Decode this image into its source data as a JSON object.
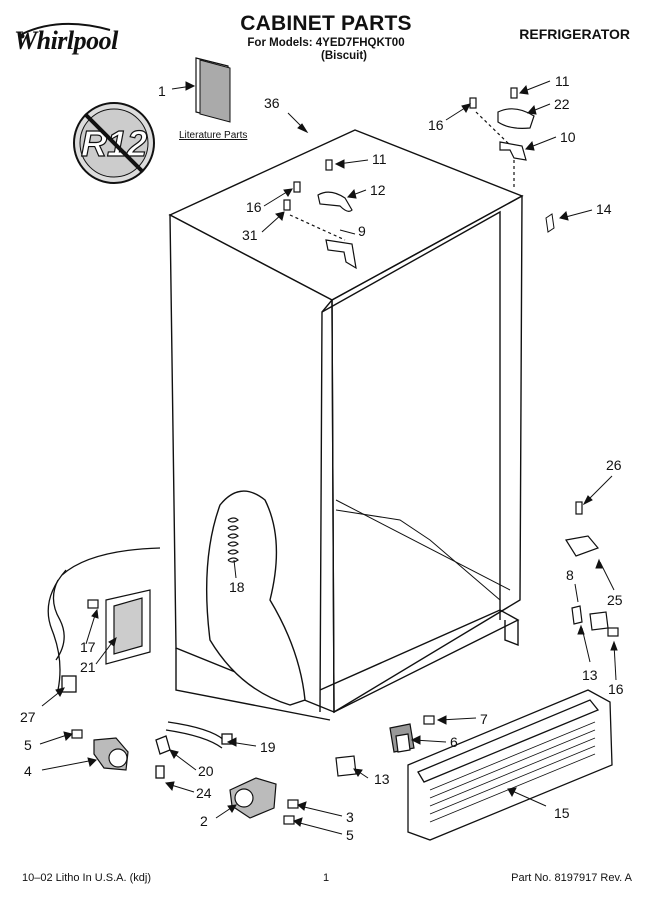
{
  "header": {
    "brand": "Whirlpool",
    "title": "CABINET PARTS",
    "models": "For Models: 4YED7FHQKT00",
    "shade": "(Biscuit)",
    "category": "REFRIGERATOR"
  },
  "badge": {
    "text": "R12"
  },
  "literature_label": "Literature Parts",
  "callouts": [
    "1",
    "36",
    "11",
    "22",
    "16",
    "10",
    "11",
    "12",
    "16",
    "9",
    "31",
    "14",
    "26",
    "25",
    "8",
    "13",
    "16",
    "18",
    "17",
    "21",
    "27",
    "5",
    "4",
    "7",
    "6",
    "19",
    "20",
    "24",
    "13",
    "3",
    "2",
    "5",
    "15"
  ],
  "footer": {
    "left": "10–02 Litho In U.S.A. (kdj)",
    "center": "1",
    "right": "Part No. 8197917 Rev. A"
  }
}
